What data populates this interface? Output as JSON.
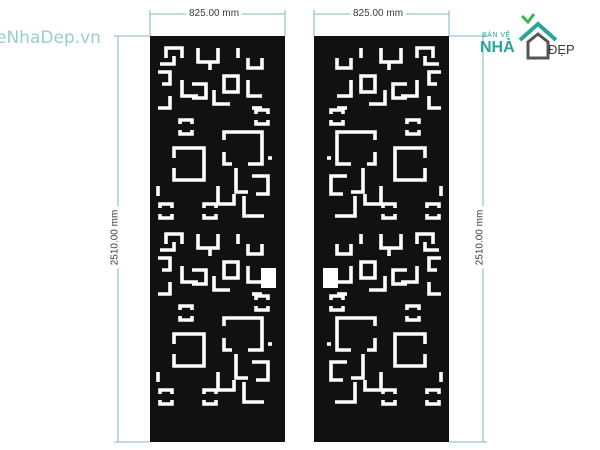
{
  "watermark": {
    "text": "eNhaDep.vn"
  },
  "logo": {
    "line1": "BẢN VẼ",
    "brand_bold": "NHÀ",
    "brand_rest": "ĐẸP",
    "colors": {
      "teal": "#2aa59a",
      "dark": "#3a3a3a",
      "green": "#39b54a"
    }
  },
  "panels": [
    {
      "id": "left",
      "width_label": "825.00 mm",
      "height_label": "2510.00 mm"
    },
    {
      "id": "right",
      "width_label": "825.00 mm",
      "height_label": "2510.00 mm"
    }
  ],
  "colors": {
    "panel_fill": "#111111",
    "cutout": "#ffffff",
    "dimension_line": "#7fb6c6"
  }
}
